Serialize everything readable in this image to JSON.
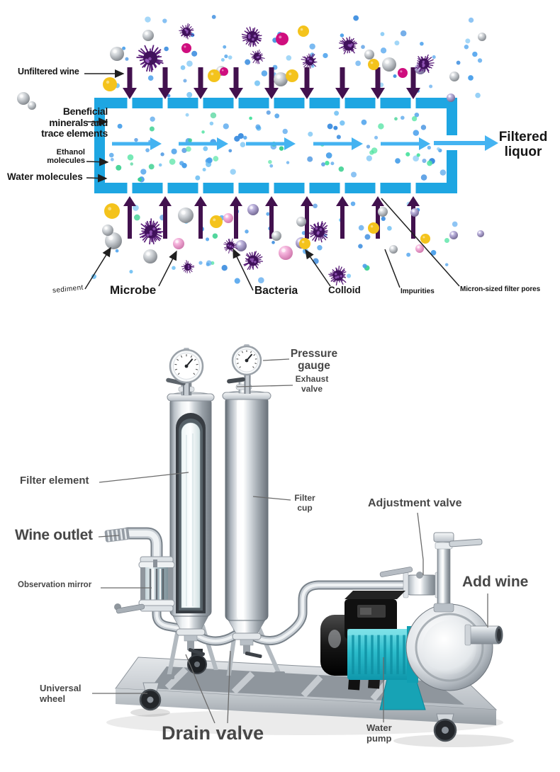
{
  "membrane": {
    "unfiltered_wine": "Unfiltered wine",
    "beneficial_minerals": "Beneficial minerals and trace elements",
    "ethanol_molecules": "Ethanol molecules",
    "water_molecules": "Water molecules",
    "filtered_liquor": "Filtered liquor",
    "sediment": "sediment",
    "microbe": "Microbe",
    "bacteria": "Bacteria",
    "colloid": "Colloid",
    "impurities": "Impurities",
    "micron_pores": "Micron-sized filter pores",
    "colors": {
      "membrane_blue": "#1ea6e2",
      "retentate_arrow": "#42114e",
      "permeate_arrow": "#44b3f1"
    }
  },
  "equipment": {
    "pressure_gauge": "Pressure gauge",
    "exhaust_valve": "Exhaust valve",
    "filter_element": "Filter element",
    "filter_cup": "Filter cup",
    "wine_outlet": "Wine outlet",
    "observation_mirror": "Observation mirror",
    "adjustment_valve": "Adjustment valve",
    "add_wine": "Add wine",
    "universal_wheel": "Universal wheel",
    "drain_valve": "Drain valve",
    "water_pump": "Water pump",
    "colors": {
      "pump_teal": "#2bb9c8",
      "label_gray": "#474747"
    }
  }
}
